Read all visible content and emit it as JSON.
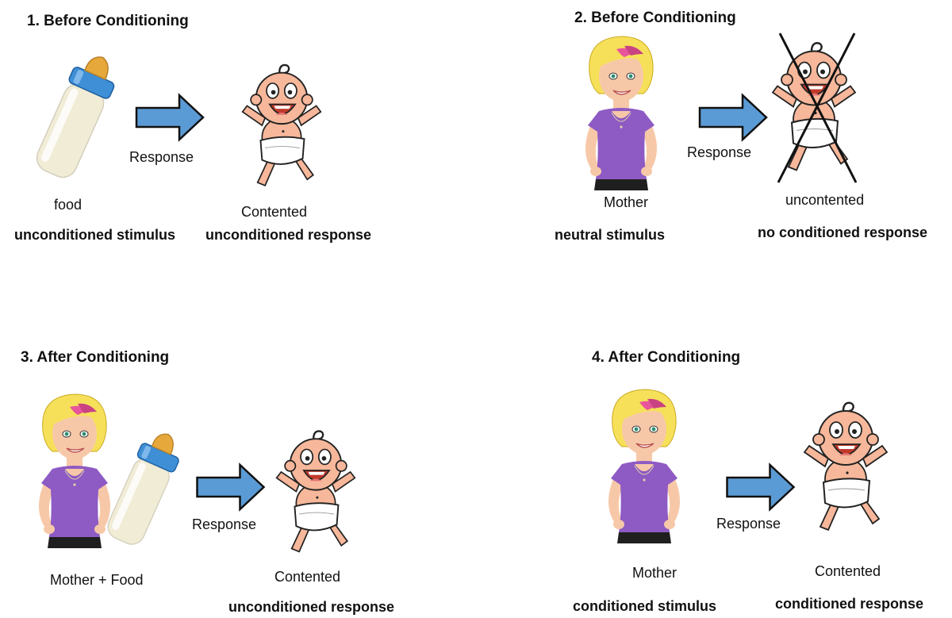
{
  "colors": {
    "arrow_fill": "#5b9bd5",
    "arrow_stroke": "#111111",
    "skin": "#f7b79a",
    "hair": "#f6e05a",
    "hair_pink": "#e8559a",
    "shirt": "#8e5ac4",
    "milk": "#f1ecd6",
    "bottle_cap": "#3f8fd6",
    "nipple": "#e6a83a",
    "cross": "#111111"
  },
  "panels": [
    {
      "title": "1. Before Conditioning",
      "arrow_label": "Response",
      "stimulus_label": "food",
      "stimulus_type": "unconditioned stimulus",
      "response_label": "Contented",
      "response_type": "unconditioned response"
    },
    {
      "title": "2. Before Conditioning",
      "arrow_label": "Response",
      "stimulus_label": "Mother",
      "stimulus_type": "neutral stimulus",
      "response_label": "uncontented",
      "response_type": "no conditioned response"
    },
    {
      "title": "3. After Conditioning",
      "arrow_label": "Response",
      "stimulus_label": "Mother + Food",
      "response_label": "Contented",
      "response_type": "unconditioned response"
    },
    {
      "title": "4. After Conditioning",
      "arrow_label": "Response",
      "stimulus_label": "Mother",
      "stimulus_type": "conditioned stimulus",
      "response_label": "Contented",
      "response_type": "conditioned response"
    }
  ]
}
